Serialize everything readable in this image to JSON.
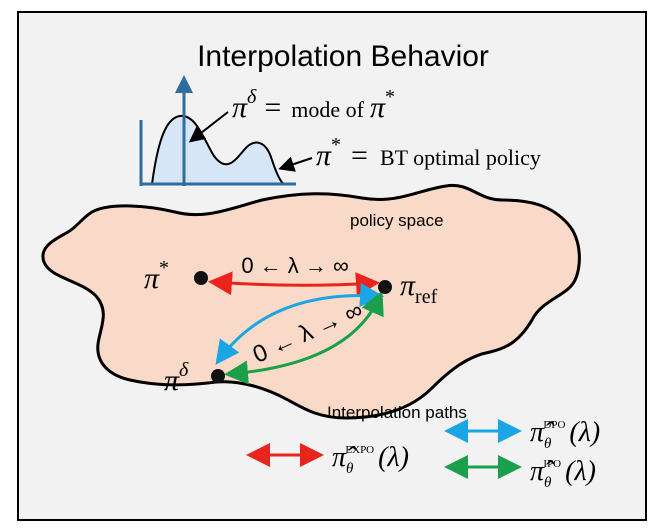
{
  "title": "Interpolation Behavior",
  "inset": {
    "pi_delta_symbol": "π",
    "pi_delta_sup": "δ",
    "pi_delta_eq": "=",
    "pi_delta_text": "mode of",
    "pi_delta_ref_symbol": "π",
    "pi_delta_ref_sup": "*",
    "pi_star_symbol": "π",
    "pi_star_sup": "*",
    "pi_star_eq": "=",
    "pi_star_text": "BT optimal policy"
  },
  "blob": {
    "label": "policy space"
  },
  "nodes": {
    "pi_star": {
      "symbol": "π",
      "sup": "*"
    },
    "pi_ref": {
      "symbol": "π",
      "sub": "ref"
    },
    "pi_delta": {
      "symbol": "π",
      "sup": "δ"
    }
  },
  "arrow_labels": {
    "top": "0 ← λ → ∞",
    "diagonal": "0 ← λ → ∞"
  },
  "legend": {
    "heading": "Interpolation paths",
    "expo": {
      "sym": "π̂",
      "sub": "θ",
      "sup": "EXPO",
      "arg": "(λ)",
      "color": "#e8241c"
    },
    "dpo": {
      "sym": "π̂",
      "sub": "θ",
      "sup": "DPO",
      "arg": "(λ)",
      "color": "#1aa6e4"
    },
    "ipo": {
      "sym": "π̂",
      "sub": "θ",
      "sup": "IPO",
      "arg": "(λ)",
      "color": "#1aa04a"
    }
  },
  "colors": {
    "panel_bg": "#f2f2f2",
    "blob_fill": "#f9d9c8",
    "curve_fill": "#d6e6f7",
    "axis": "#2f6d9e"
  }
}
